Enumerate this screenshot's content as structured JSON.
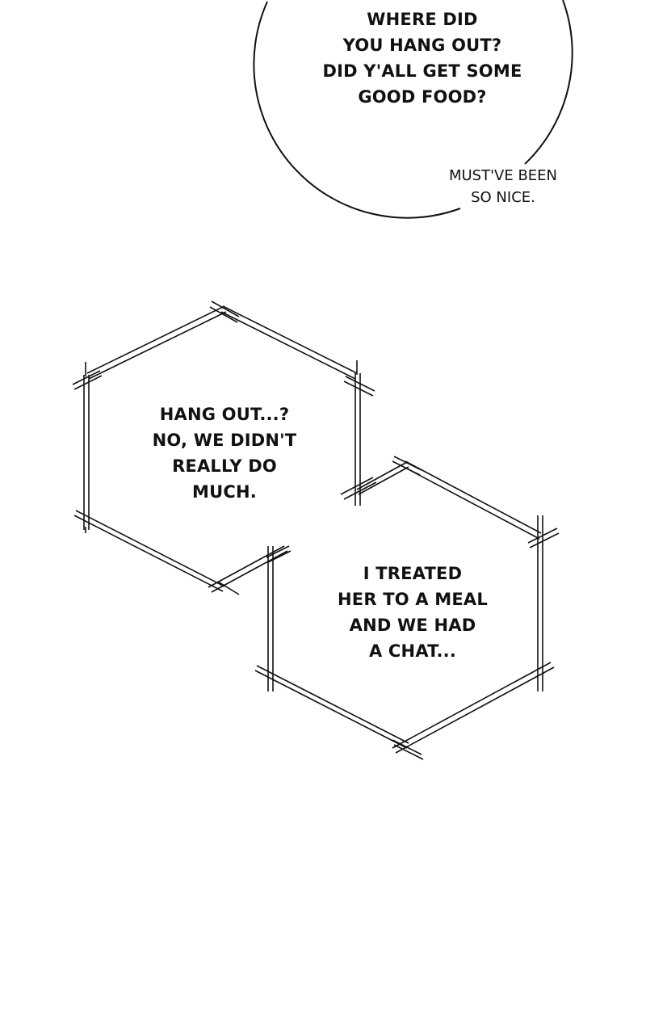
{
  "panel": {
    "background": "#ffffff",
    "ink": "#111111",
    "balloons": [
      {
        "id": "speech-balloon-top",
        "shape": "round",
        "text": "WHERE DID\nYOU HANG OUT?\nDID Y'ALL GET SOME\nGOOD FOOD?"
      },
      {
        "id": "hexagon-balloon-left",
        "shape": "hexagon",
        "text": "HANG OUT...?\nNO, WE DIDN'T\nREALLY DO\nMUCH."
      },
      {
        "id": "hexagon-balloon-right",
        "shape": "hexagon",
        "text": "I TREATED\nHER TO A MEAL\nAND WE HAD\nA CHAT..."
      }
    ],
    "aside": "MUST'VE BEEN\nSO NICE."
  }
}
